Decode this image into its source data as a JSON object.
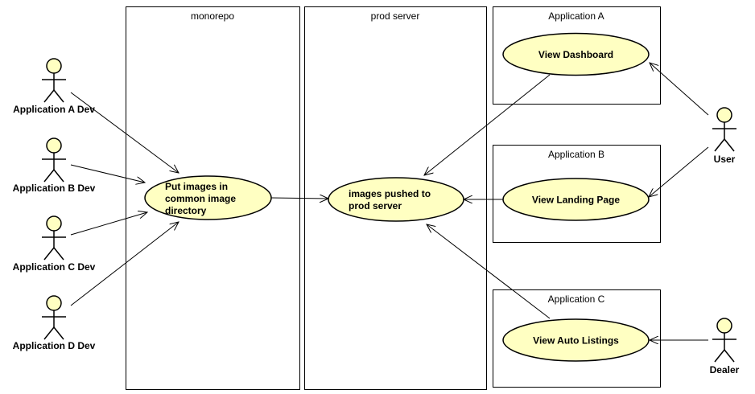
{
  "colors": {
    "usecase_fill": "#FFFFC2",
    "stroke": "#000000",
    "actor_head_fill": "#FFFFC2",
    "background": "#FFFFFF"
  },
  "boundaries": {
    "monorepo": "monorepo",
    "prod_server": "prod server",
    "app_a": "Application A",
    "app_b": "Application B",
    "app_c": "Application C"
  },
  "usecases": {
    "put_images": [
      "Put images in",
      "common image",
      "directory"
    ],
    "images_pushed": [
      "images pushed to",
      "prod server"
    ],
    "view_dashboard": "View Dashboard",
    "view_landing": "View Landing Page",
    "view_auto": "View Auto Listings"
  },
  "actors": {
    "app_a_dev": "Application A Dev",
    "app_b_dev": "Application B Dev",
    "app_c_dev": "Application C Dev",
    "app_d_dev": "Application D Dev",
    "user": "User",
    "dealer": "Dealer"
  }
}
